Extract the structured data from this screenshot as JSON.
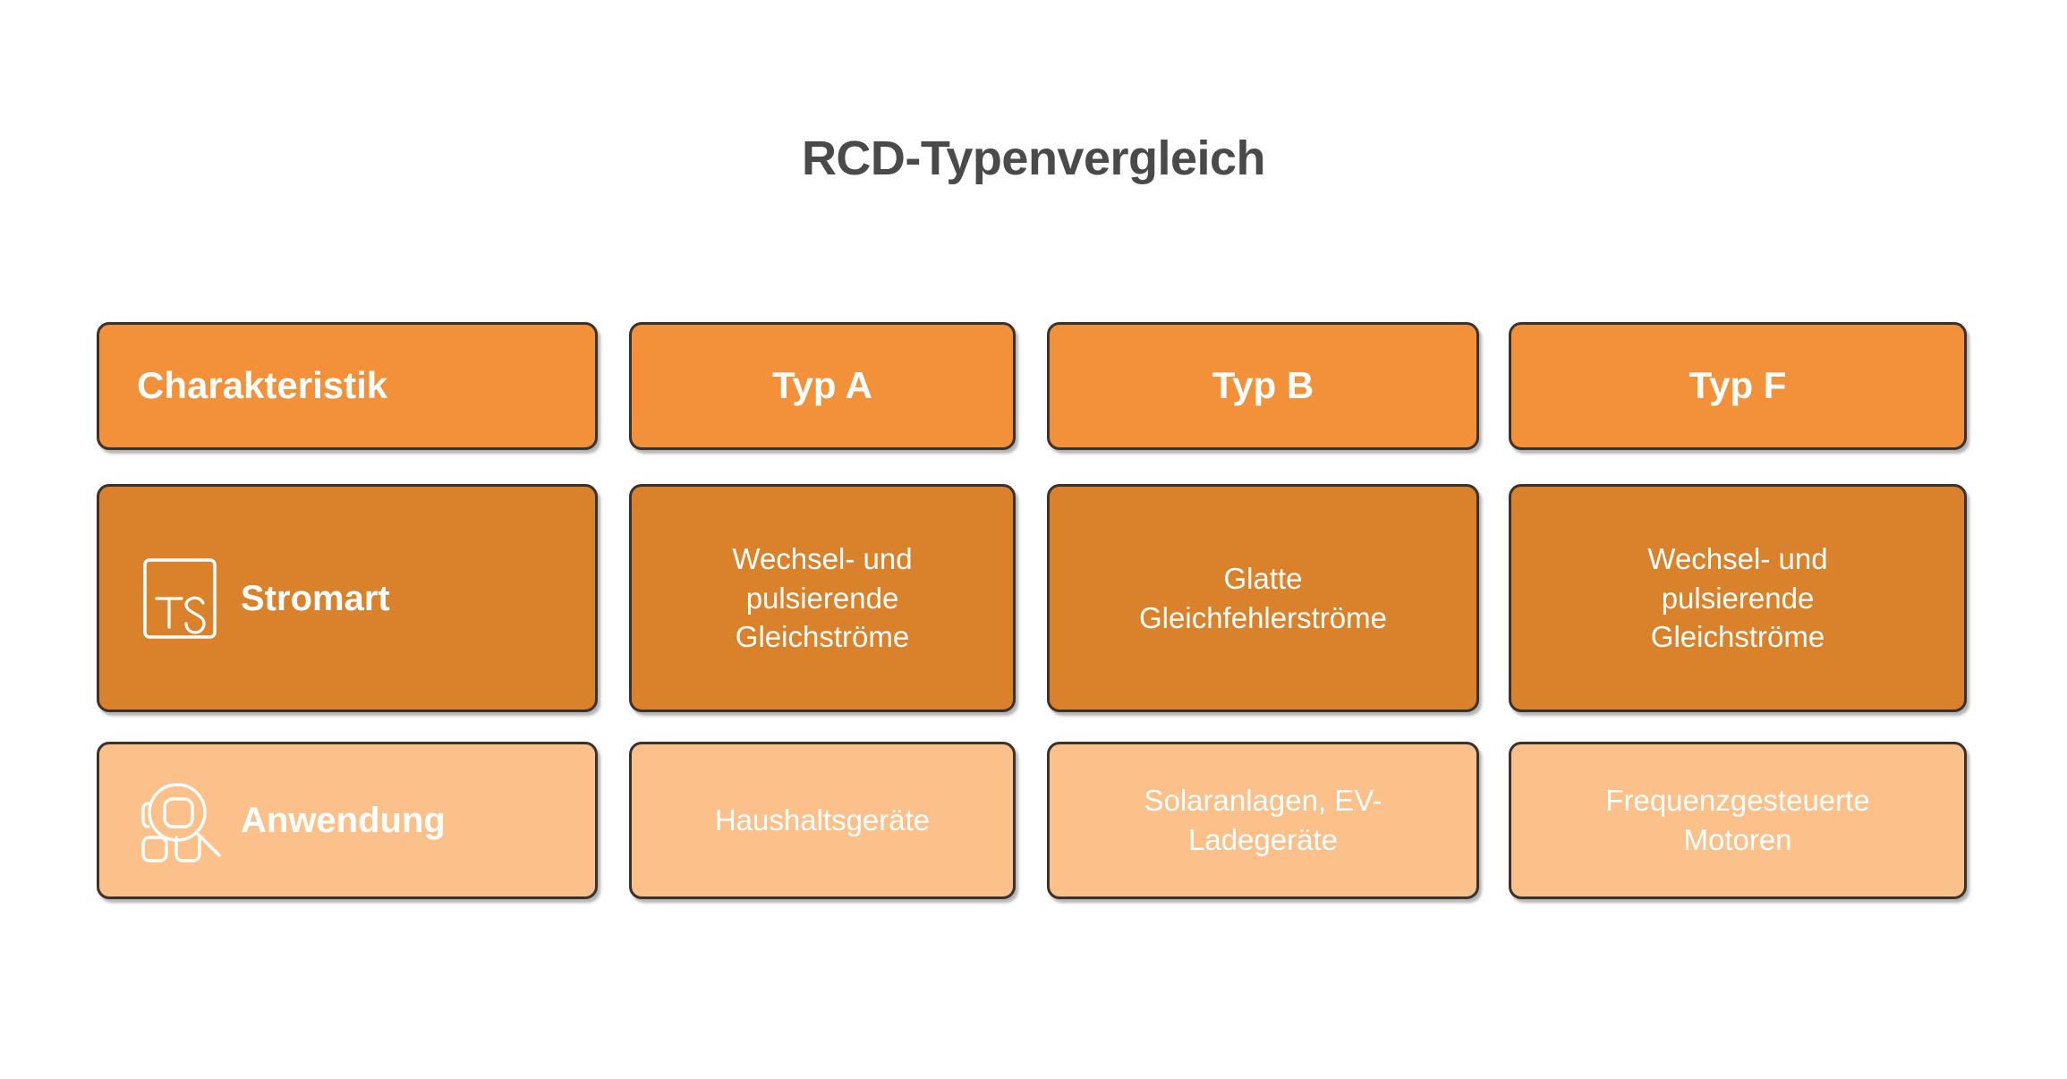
{
  "title": "RCD-Typenvergleich",
  "colors": {
    "title_text": "#4a4a4a",
    "header_row": "#f2913a",
    "row2": "#d9822b",
    "row3": "#fcc08a",
    "cell_border": "#3a322e",
    "cell_text": "#ffffff",
    "page_background": "#ffffff"
  },
  "table": {
    "columns": [
      "Charakteristik",
      "Typ A",
      "Typ B",
      "Typ F"
    ],
    "header": {
      "c0": "Charakteristik",
      "c1": "Typ A",
      "c2": "Typ B",
      "c3": "Typ F"
    },
    "rows": [
      {
        "label": "Stromart",
        "icon": "ts-square-icon",
        "icon_letters": "TS",
        "cells": [
          "Wechsel- und\npulsierende\nGleichströme",
          "Glatte\nGleichfehlerströme",
          "Wechsel- und\npulsierende\nGleichströme"
        ]
      },
      {
        "label": "Anwendung",
        "icon": "magnifier-app-grid-icon",
        "cells": [
          "Haushaltsgeräte",
          "Solaranlagen, EV-\nLadegeräte",
          "Frequenzgesteuerte\nMotoren"
        ]
      }
    ]
  }
}
